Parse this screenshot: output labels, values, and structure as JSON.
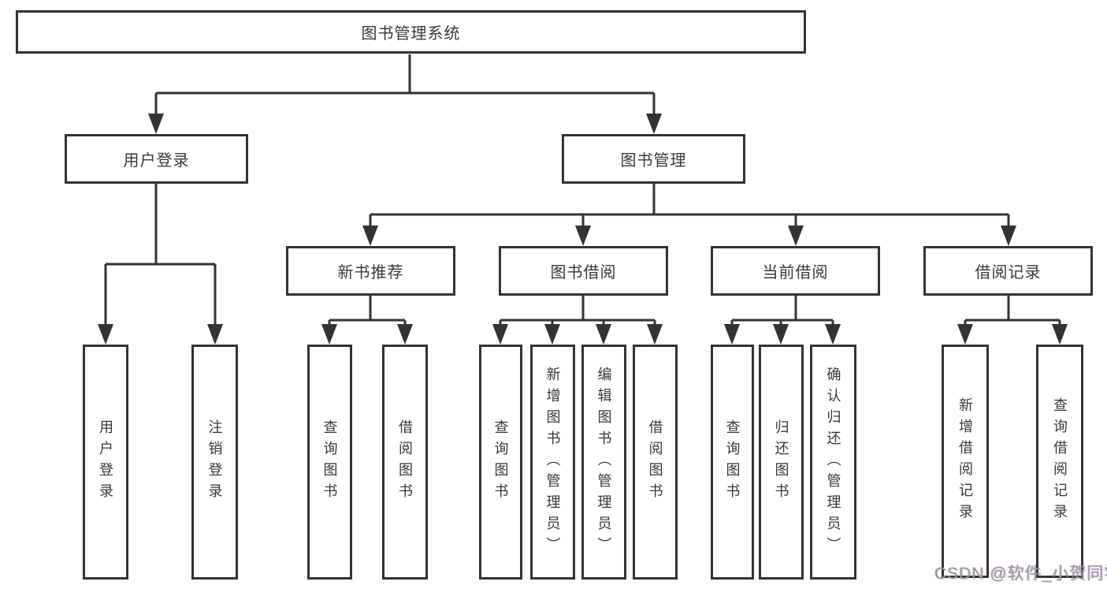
{
  "nodes": {
    "root": "图书管理系统",
    "user_login": "用户登录",
    "book_mgmt": "图书管理",
    "new_book_rec": "新书推荐",
    "book_borrow": "图书借阅",
    "current_borrow": "当前借阅",
    "borrow_record": "借阅记录",
    "leaf_user_login": "用户登录",
    "leaf_logout": "注销登录",
    "leaf_nb_query_book": "查询图书",
    "leaf_nb_borrow_book": "借阅图书",
    "leaf_bb_query_book": "查询图书",
    "leaf_bb_add_book": "新增图书（管理员）",
    "leaf_bb_edit_book": "编辑图书（管理员）",
    "leaf_bb_borrow_book": "借阅图书",
    "leaf_cb_query_book": "查询图书",
    "leaf_cb_return_book": "归还图书",
    "leaf_cb_confirm_return": "确认归还（管理员）",
    "leaf_br_add_record": "新增借阅记录",
    "leaf_br_query_record": "查询借阅记录"
  },
  "watermark": {
    "text": "CSDN @软件_小贺同学"
  },
  "colors": {
    "line": "#333333",
    "text": "#383838",
    "background": "#ffffff",
    "watermark": "#9a9a9a"
  }
}
